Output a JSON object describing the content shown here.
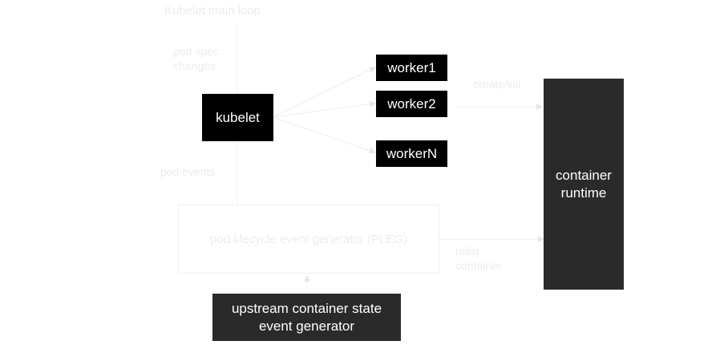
{
  "diagram": {
    "nodes": {
      "kubelet": "kubelet",
      "worker1": "worker1",
      "worker2": "worker2",
      "workerN": "workerN",
      "container_runtime": "container\nruntime",
      "upstream": "upstream container state\nevent generator",
      "pleg": "pod lifecycle event generator (PLEG)"
    },
    "faint_labels": {
      "top": "Kubelet main loop",
      "pod_spec_line1": "pod spec",
      "pod_spec_line2": "changes",
      "pod_events": "pod events",
      "create_label": "create/kill",
      "relist_line1": "relist",
      "relist_line2": "container"
    },
    "colors": {
      "node_black": "#000000",
      "node_dark": "#2a2a2a",
      "node_text": "#ffffff",
      "faint": "#ececec"
    }
  }
}
